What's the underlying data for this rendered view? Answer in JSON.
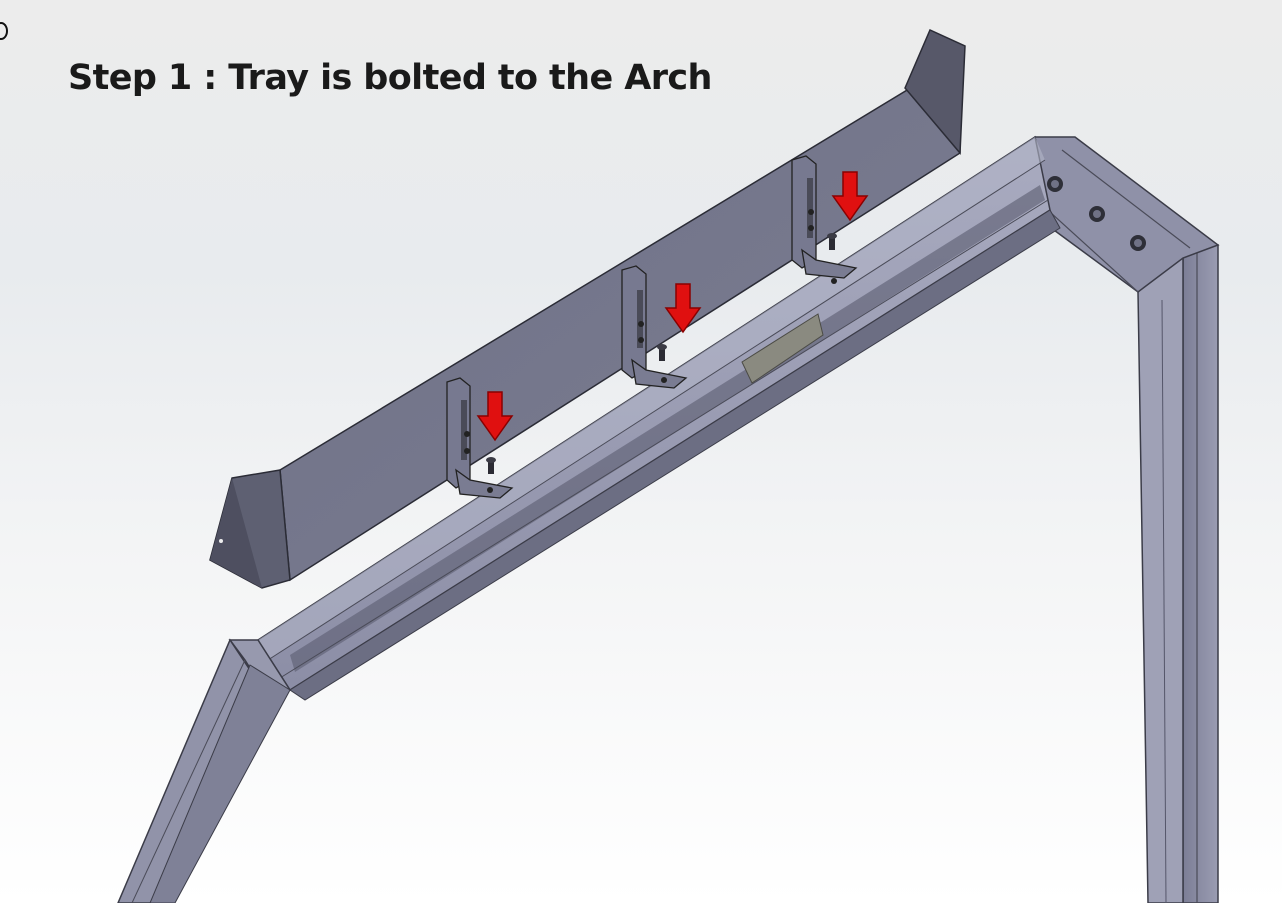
{
  "diagram": {
    "title": "Step 1 : Tray is bolted to the Arch",
    "components": [
      {
        "name": "Tray",
        "icon": "tray-shape"
      },
      {
        "name": "Arch",
        "icon": "arch-frame-shape"
      },
      {
        "name": "bracket",
        "count": 3
      },
      {
        "name": "bolt",
        "count": 3
      }
    ],
    "arrow_color": "#e01010",
    "steel_color": "#8d8fa6"
  }
}
